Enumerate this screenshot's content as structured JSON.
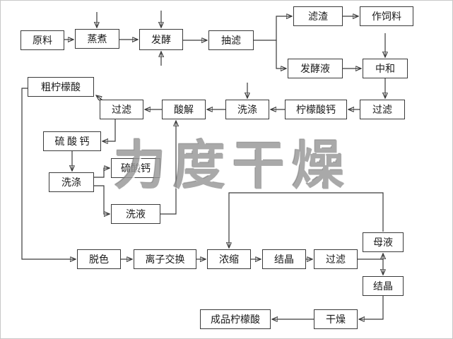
{
  "watermark": {
    "text": "力度干燥"
  },
  "nodes": {
    "raw_material": {
      "label": "原料"
    },
    "cooking": {
      "label": "蒸煮"
    },
    "fermentation": {
      "label": "发酵"
    },
    "suction_filter": {
      "label": "抽滤"
    },
    "filter_residue": {
      "label": "滤渣"
    },
    "feed_use": {
      "label": "作饲料"
    },
    "fermentation_broth": {
      "label": "发酵液"
    },
    "neutralize": {
      "label": "中和"
    },
    "crude_citric_acid": {
      "label": "粗柠檬酸"
    },
    "filter_1": {
      "label": "过滤"
    },
    "acidolysis": {
      "label": "酸解"
    },
    "wash_1": {
      "label": "洗涤"
    },
    "calcium_citrate": {
      "label": "柠檬酸钙"
    },
    "filter_2": {
      "label": "过滤"
    },
    "calcium_sulfate_1": {
      "label": "硫 酸 钙"
    },
    "wash_2": {
      "label": "洗涤"
    },
    "calcium_sulfate_2": {
      "label": "硫酸钙"
    },
    "wash_liquid": {
      "label": "洗液"
    },
    "decolorize": {
      "label": "脱色"
    },
    "ion_exchange": {
      "label": "离子交换"
    },
    "concentrate": {
      "label": "浓缩"
    },
    "crystallize_1": {
      "label": "结晶"
    },
    "filter_3": {
      "label": "过滤"
    },
    "mother_liquor": {
      "label": "母液"
    },
    "crystal_2": {
      "label": "结晶"
    },
    "drying": {
      "label": "干燥"
    },
    "product": {
      "label": "成品柠檬酸"
    }
  }
}
